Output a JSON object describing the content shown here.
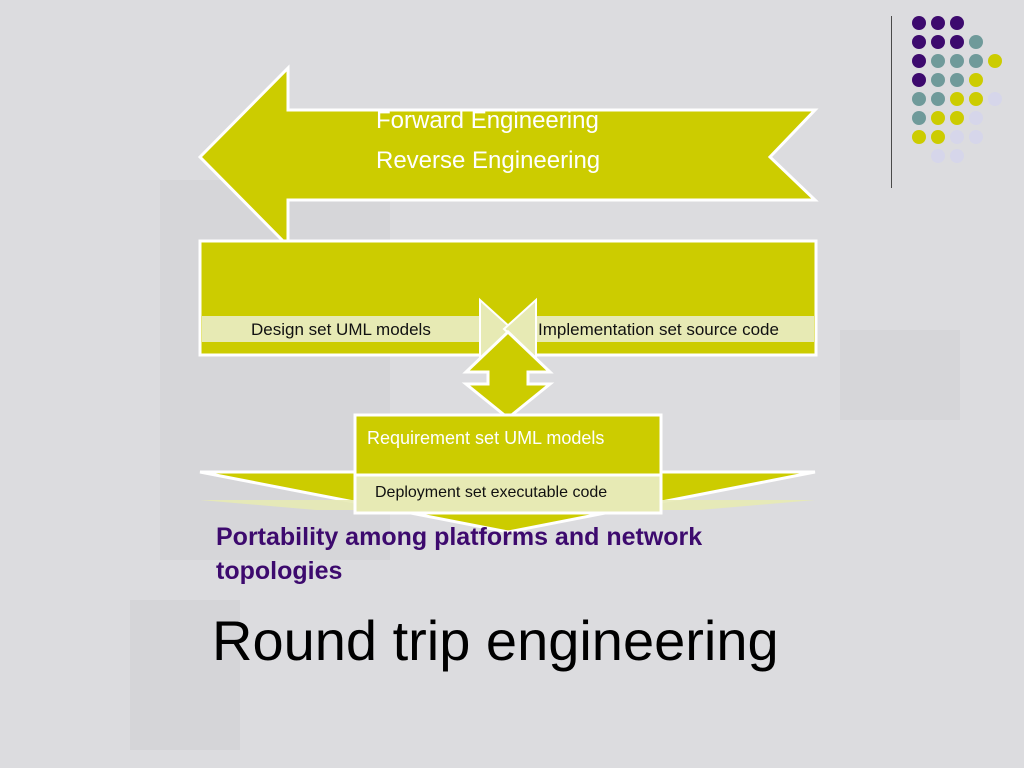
{
  "diagram": {
    "forward_label": "Forward Engineering",
    "reverse_label": "Reverse Engineering",
    "design_label": "Design set UML models",
    "implementation_label": "Implementation set source code",
    "requirement_label": "Requirement set UML models",
    "deployment_label": "Deployment set executable code"
  },
  "slide": {
    "subtitle": "Portability among platforms and network topologies",
    "title": "Round trip engineering"
  },
  "colors": {
    "accent_yellow": "#cccc00",
    "light_band": "#e7eab4",
    "title_purple": "#3d0a6e",
    "dot_purple": "#3d0a6e",
    "dot_teal": "#6f9a9a",
    "dot_yellow": "#cccc00",
    "dot_lavender": "#d6d6ea"
  }
}
